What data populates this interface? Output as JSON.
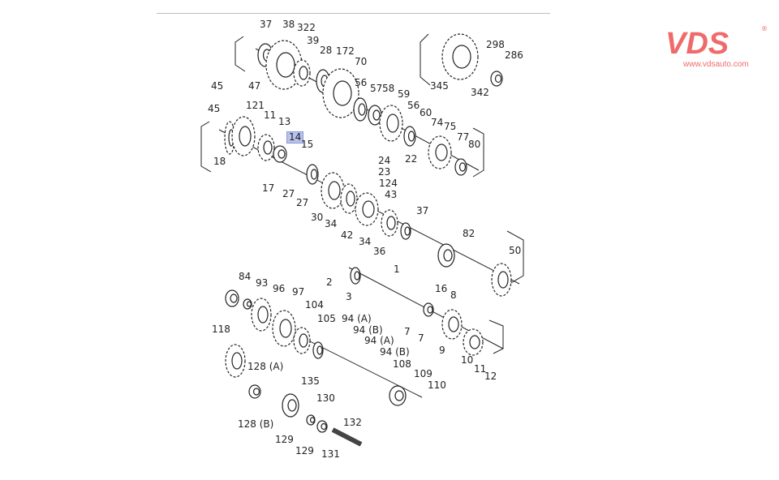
{
  "logo": {
    "text": "VDS",
    "url": "www.vdsauto.com",
    "color": "#ef6b6b"
  },
  "diagram": {
    "highlighted_part": "14",
    "part_labels": [
      "37",
      "38",
      "322",
      "39",
      "28",
      "172",
      "70",
      "298",
      "286",
      "345",
      "342",
      "45",
      "47",
      "45",
      "121",
      "11",
      "13",
      "14",
      "15",
      "18",
      "56",
      "57",
      "58",
      "59",
      "56",
      "60",
      "74",
      "75",
      "77",
      "80",
      "24",
      "23",
      "124",
      "22",
      "17",
      "27",
      "27",
      "43",
      "30",
      "34",
      "37",
      "42",
      "34",
      "36",
      "82",
      "50",
      "84",
      "93",
      "1",
      "96",
      "97",
      "16",
      "2",
      "8",
      "3",
      "104",
      "105",
      "94 (A)",
      "94 (B)",
      "94 (A)",
      "94 (B)",
      "7",
      "7",
      "9",
      "118",
      "10",
      "11",
      "12",
      "108",
      "128 (A)",
      "109",
      "110",
      "135",
      "130",
      "128 (B)",
      "129",
      "132",
      "129",
      "131"
    ]
  }
}
